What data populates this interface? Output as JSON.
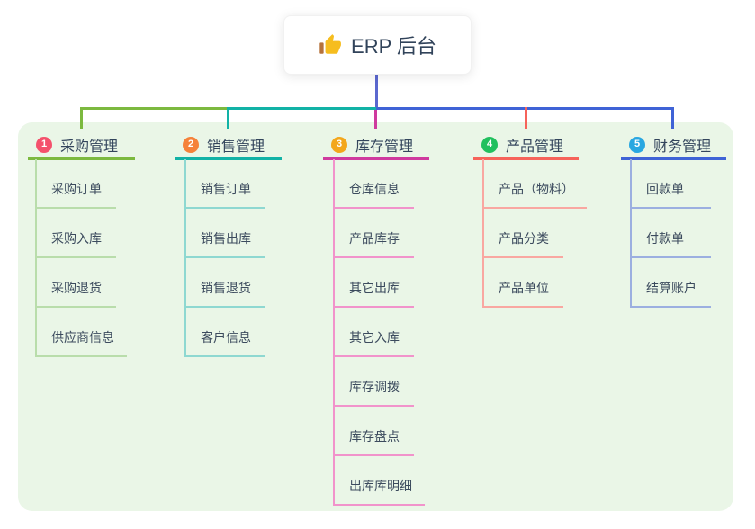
{
  "root": {
    "label": "ERP 后台",
    "icon": "thumbs-up-icon"
  },
  "panel": {
    "background": "#eaf6e7"
  },
  "connector": {
    "root_line_color": "#5b68cf",
    "bar_colors": [
      "#7cb93f",
      "#12b2a6",
      "#3f63d6"
    ]
  },
  "branches": [
    {
      "index": "1",
      "label": "采购管理",
      "badge_color": "#f4516c",
      "line_color": "#7cb93f",
      "child_line_color": "#b9ddab",
      "children": [
        "采购订单",
        "采购入库",
        "采购退货",
        "供应商信息"
      ]
    },
    {
      "index": "2",
      "label": "销售管理",
      "badge_color": "#f5823a",
      "line_color": "#12b2a6",
      "child_line_color": "#8ed8d1",
      "children": [
        "销售订单",
        "销售出库",
        "销售退货",
        "客户信息"
      ]
    },
    {
      "index": "3",
      "label": "库存管理",
      "badge_color": "#f3a71c",
      "line_color": "#cf3a9e",
      "child_line_color": "#f193cb",
      "children": [
        "仓库信息",
        "产品库存",
        "其它出库",
        "其它入库",
        "库存调拨",
        "库存盘点",
        "出库库明细"
      ]
    },
    {
      "index": "4",
      "label": "产品管理",
      "badge_color": "#21c05e",
      "line_color": "#f6635a",
      "child_line_color": "#f9a7a1",
      "children": [
        "产品（物料）",
        "产品分类",
        "产品单位"
      ]
    },
    {
      "index": "5",
      "label": "财务管理",
      "badge_color": "#29a7e1",
      "line_color": "#3f63d6",
      "child_line_color": "#9cafe0",
      "children": [
        "回款单",
        "付款单",
        "结算账户"
      ]
    }
  ]
}
